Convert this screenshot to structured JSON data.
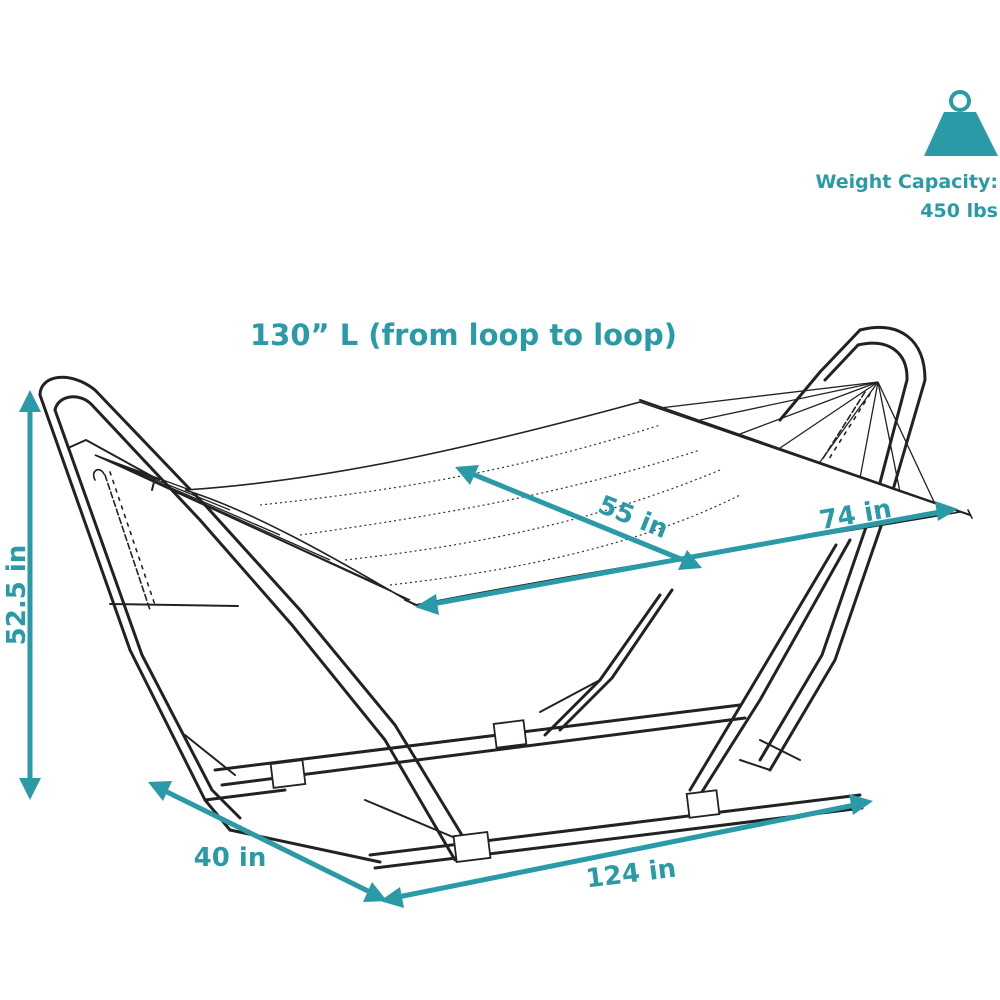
{
  "weight": {
    "label": "Weight Capacity:",
    "value": "450 lbs",
    "icon": "weight-icon",
    "color": "#2a9aa6"
  },
  "dimensions": {
    "length_loop": "130” L (from loop to loop)",
    "height": "52.5 in",
    "bed_width": "55 in",
    "bed_length": "74 in",
    "stand_width": "40 in",
    "stand_length": "124 in"
  },
  "colors": {
    "accent": "#2a9aa6",
    "line": "#222222"
  }
}
